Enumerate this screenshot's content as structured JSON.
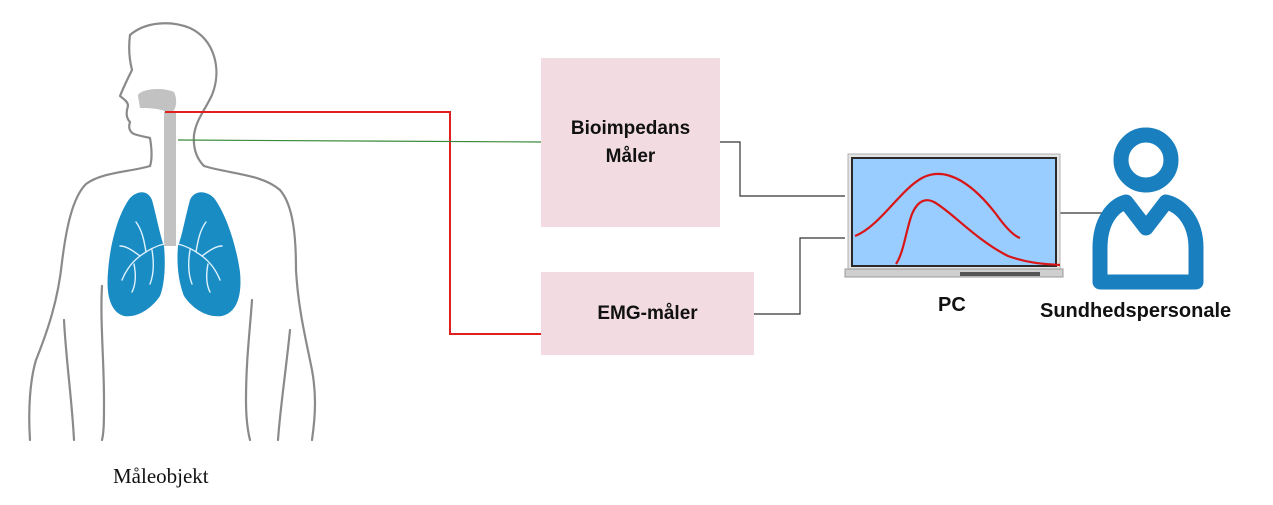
{
  "boxes": {
    "bioimpedans": {
      "line1": "Bioimpedans",
      "line2": "Måler"
    },
    "emg": {
      "label": "EMG-måler"
    }
  },
  "labels": {
    "subject": "Måleobjekt",
    "pc": "PC",
    "staff": "Sundhedspersonale"
  },
  "colors": {
    "box_fill": "#f2dce2",
    "red_wire": "#e02020",
    "green_wire": "#3a8a3a",
    "black_wire": "#333333",
    "lungs": "#1a8cc4",
    "screen": "#99ccff",
    "person_icon": "#1a7fbf"
  },
  "icons": {
    "subject": "human-torso-lungs-icon",
    "pc": "laptop-icon",
    "staff": "person-user-icon"
  }
}
